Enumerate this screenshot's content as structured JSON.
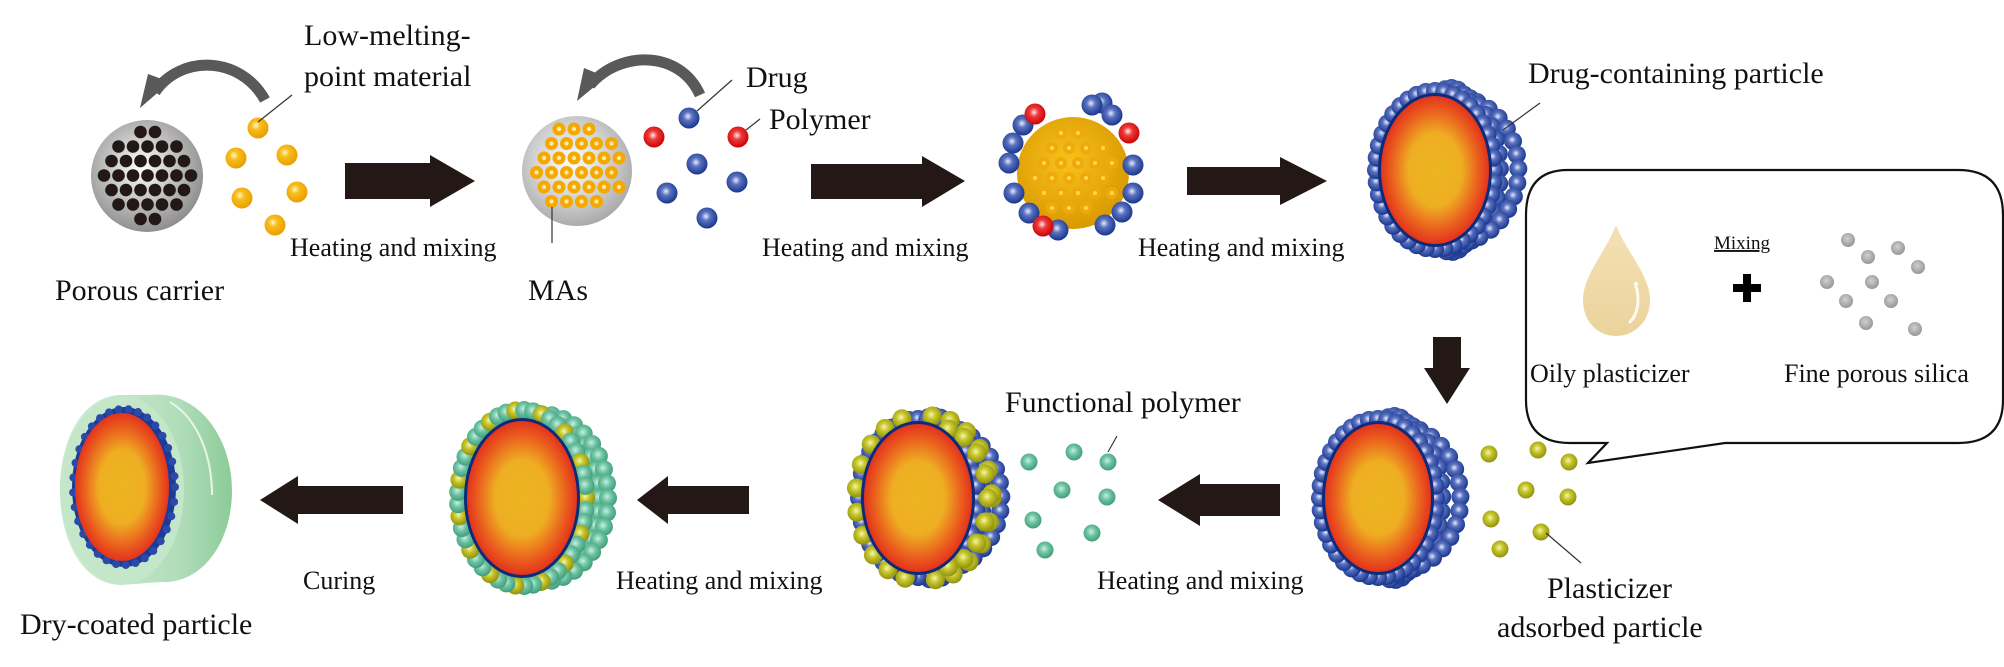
{
  "title": "Dry-coating process schematic",
  "labels": {
    "porous_carrier": "Porous carrier",
    "low_melting_1": "Low-melting-",
    "low_melting_2": "point material",
    "mas": "MAs",
    "drug": "Drug",
    "polymer": "Polymer",
    "drug_containing": "Drug-containing particle",
    "functional_polymer": "Functional polymer",
    "plasticizer_adsorbed_1": "Plasticizer",
    "plasticizer_adsorbed_2": "adsorbed particle",
    "dry_coated": "Dry-coated particle",
    "oily_plasticizer": "Oily plasticizer",
    "fine_porous_silica": "Fine porous silica",
    "mixing": "Mixing",
    "plus": "+"
  },
  "steps": [
    {
      "id": "step1",
      "label": "Heating and mixing",
      "direction": "right"
    },
    {
      "id": "step2",
      "label": "Heating and mixing",
      "direction": "right"
    },
    {
      "id": "step3",
      "label": "Heating and mixing",
      "direction": "right"
    },
    {
      "id": "step4",
      "label": "",
      "direction": "down"
    },
    {
      "id": "step5",
      "label": "Heating and mixing",
      "direction": "left"
    },
    {
      "id": "step6",
      "label": "Heating and mixing",
      "direction": "left"
    },
    {
      "id": "step7",
      "label": "Curing",
      "direction": "left"
    }
  ],
  "colors": {
    "arrow": "#231815",
    "curved_arrow": "#595959",
    "low_melting": "#f5a800",
    "drug": "#1f3f99",
    "polymer": "#e01010",
    "plasticizer": "#b5b51e",
    "functional_polymer": "#5fba98",
    "silica": "#9a9a9a",
    "oil": "#efd9a6",
    "core_outer": "#e3201b",
    "core_inner": "#ecb520",
    "coat": "#b7e0bf"
  }
}
